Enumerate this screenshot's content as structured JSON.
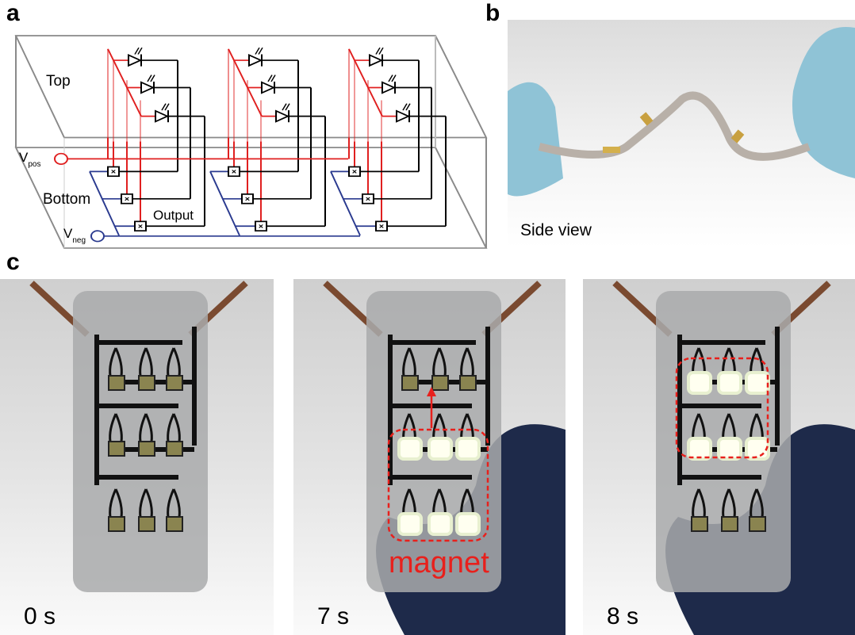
{
  "panel_labels": {
    "a": "a",
    "b": "b",
    "c": "c"
  },
  "panel_a": {
    "top_label": "Top",
    "bottom_label": "Bottom",
    "output_label": "Output",
    "vpos": {
      "main": "V",
      "sub": "pos"
    },
    "vneg": {
      "main": "V",
      "sub": "neg"
    },
    "groups": 3,
    "leds_per_group": 3,
    "colors": {
      "positive": "#e02020",
      "negative": "#2a3a8f",
      "signal": "#000000",
      "frame": "#8a8a8a"
    }
  },
  "panel_b": {
    "caption": "Side view"
  },
  "panel_c": {
    "frames": [
      {
        "time": "0 s",
        "lit": [
          false,
          false,
          false
        ],
        "annotation": null
      },
      {
        "time": "7 s",
        "lit": [
          false,
          true,
          true
        ],
        "annotation": "magnet"
      },
      {
        "time": "8 s",
        "lit": [
          true,
          true,
          false
        ],
        "annotation": null
      }
    ],
    "annotation_color": "#e8201c"
  }
}
